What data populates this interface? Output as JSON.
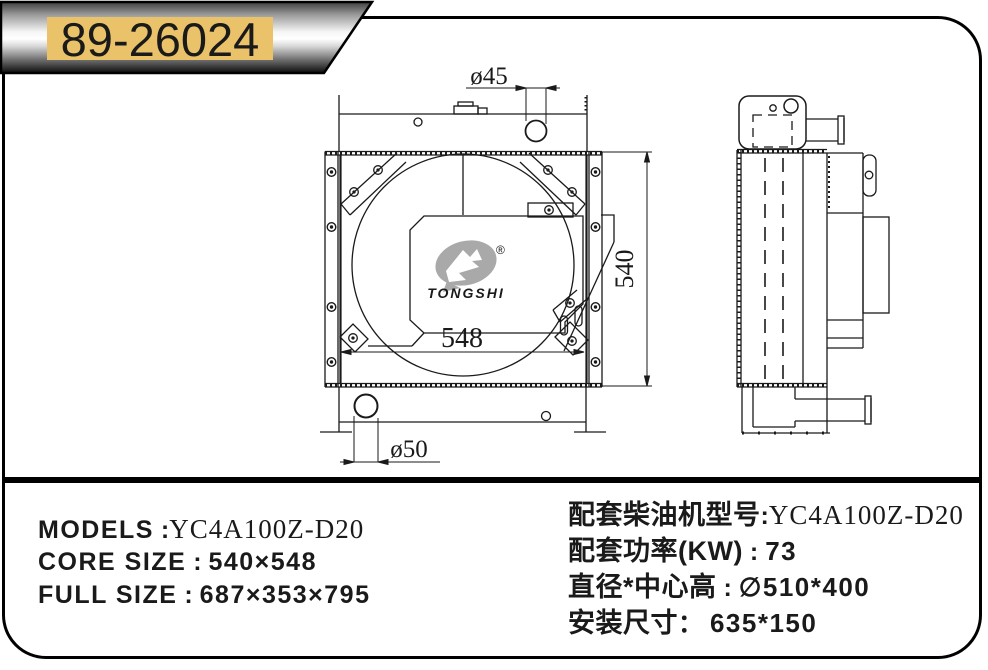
{
  "banner": {
    "part_number": "89-26024"
  },
  "drawing": {
    "front_view": {
      "dim_top_port": "ø45",
      "dim_core_width": "548",
      "dim_core_height": "540",
      "dim_bottom_port": "ø50"
    },
    "watermark": {
      "brand": "TONGSHI",
      "registered": "®"
    }
  },
  "specs": {
    "left": [
      {
        "label": "MODELS",
        "sep": " :",
        "value": "YC4A100Z-D20"
      },
      {
        "label": "CORE SIZE",
        "sep": " : ",
        "value": "540×548"
      },
      {
        "label": "FULL SIZE",
        "sep": " : ",
        "value": "687×353×795"
      }
    ],
    "right": [
      {
        "label": "配套柴油机型号",
        "sep": ":",
        "value": "YC4A100Z-D20"
      },
      {
        "label": "配套功率(KW)",
        "sep": " : ",
        "value": "73"
      },
      {
        "label": "直径*中心高",
        "sep": " : ",
        "value": "∅510*400"
      },
      {
        "label": "安装尺寸",
        "sep": "： ",
        "value": "635*150"
      }
    ]
  },
  "colors": {
    "accent_red": "#fe0000",
    "banner_highlight": "#e9c269",
    "line": "#1a1a1a",
    "watermark_gray": "#a9a9a9"
  }
}
